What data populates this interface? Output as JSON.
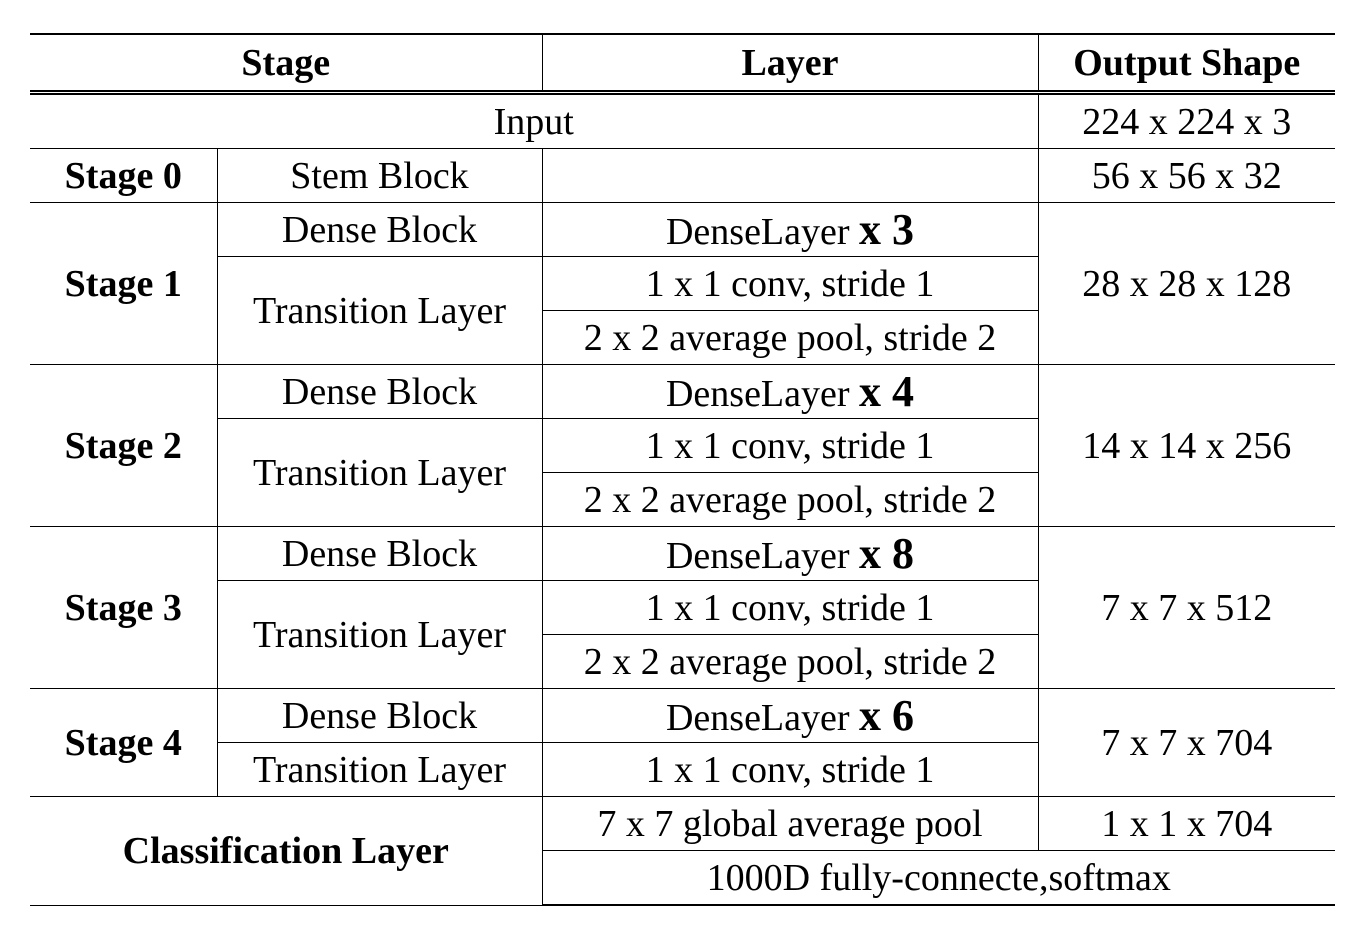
{
  "headers": {
    "stage": "Stage",
    "layer": "Layer",
    "output_shape": "Output Shape"
  },
  "input": {
    "label": "Input",
    "shape": "224 x 224 x 3"
  },
  "stage0": {
    "name": "Stage 0",
    "block": "Stem Block",
    "shape": "56 x 56 x 32"
  },
  "stages": [
    {
      "name": "Stage 1",
      "dense_block": "Dense Block",
      "dense_layer": "DenseLayer",
      "repeat": "x 3",
      "transition": "Transition Layer",
      "conv": "1 x 1 conv, stride 1",
      "pool": "2 x 2 average pool, stride 2",
      "shape": "28 x 28 x 128"
    },
    {
      "name": "Stage 2",
      "dense_block": "Dense Block",
      "dense_layer": "DenseLayer",
      "repeat": "x 4",
      "transition": "Transition Layer",
      "conv": "1 x 1 conv, stride 1",
      "pool": "2 x 2 average pool, stride 2",
      "shape": "14 x 14 x 256"
    },
    {
      "name": "Stage 3",
      "dense_block": "Dense Block",
      "dense_layer": "DenseLayer",
      "repeat": "x 8",
      "transition": "Transition Layer",
      "conv": "1 x 1 conv, stride 1",
      "pool": "2 x 2 average pool, stride 2",
      "shape": "7 x 7 x 512"
    },
    {
      "name": "Stage 4",
      "dense_block": "Dense Block",
      "dense_layer": "DenseLayer",
      "repeat": "x 6",
      "transition": "Transition Layer",
      "conv": "1 x 1 conv, stride 1",
      "shape": "7 x 7 x 704"
    }
  ],
  "classification": {
    "name": "Classification Layer",
    "pool": "7 x 7 global average pool",
    "pool_shape": "1 x 1 x 704",
    "fc": "1000D fully-connecte,softmax"
  }
}
